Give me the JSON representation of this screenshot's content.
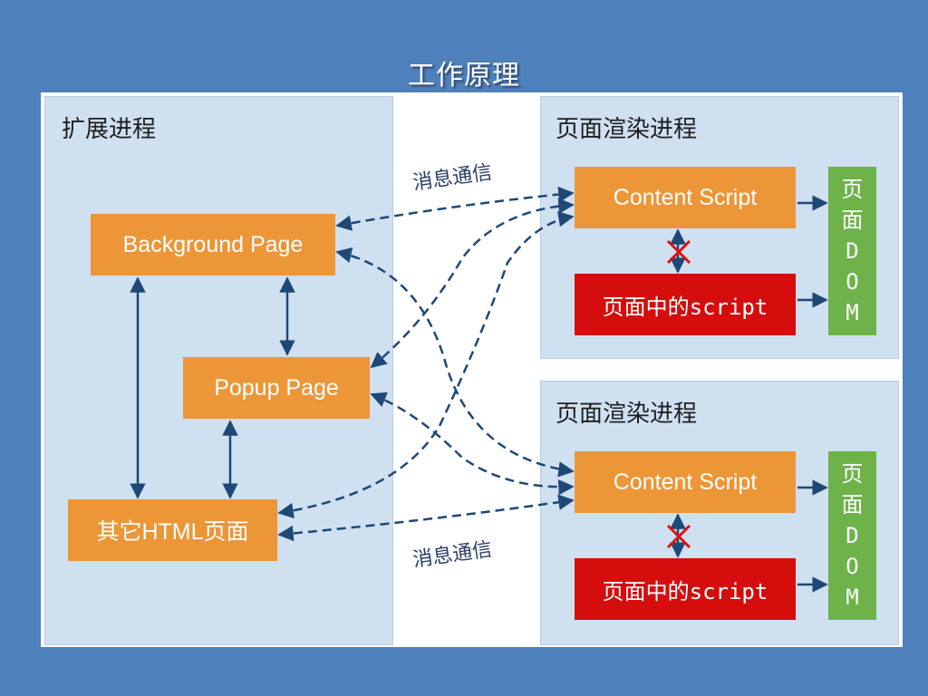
{
  "slide": {
    "title": "工作原理"
  },
  "extension": {
    "title": "扩展进程",
    "background_page": "Background Page",
    "popup_page": "Popup Page",
    "other_html": "其它HTML页面"
  },
  "renderers": [
    {
      "title": "页面渲染进程",
      "content_script": "Content Script",
      "page_script": "页面中的script",
      "dom": [
        "页",
        "面",
        "D",
        "O",
        "M"
      ]
    },
    {
      "title": "页面渲染进程",
      "content_script": "Content Script",
      "page_script": "页面中的script",
      "dom": [
        "页",
        "面",
        "D",
        "O",
        "M"
      ]
    }
  ],
  "messaging": {
    "top_label": "消息通信",
    "bottom_label": "消息通信"
  },
  "colors": {
    "background": "#4e80bb",
    "panel": "#cfe0f1",
    "orange_box": "#ec9638",
    "red_box": "#d50d0d",
    "green_box": "#6eb24a",
    "arrow": "#1e4876",
    "blocked_mark": "#e01010"
  }
}
